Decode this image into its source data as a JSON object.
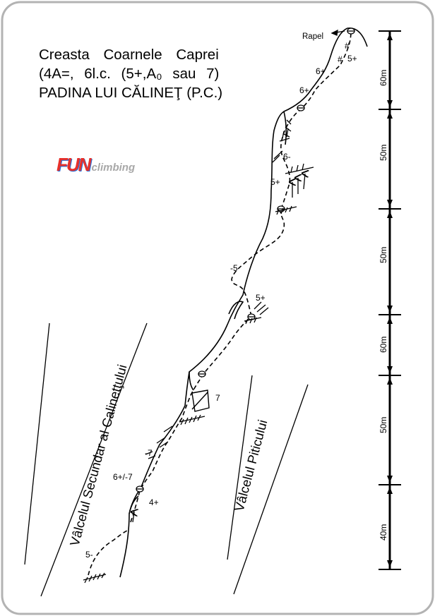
{
  "title": {
    "line1": "Creasta Coarnele Caprei",
    "line2": "(4A=, 6l.c. (5+,A₀ sau 7)",
    "line3": "PADINA LUI CĂLINEŢ (P.C.)"
  },
  "logo": {
    "mark": "FUN",
    "word": "climbing"
  },
  "rapel_label": "Rapel",
  "valleys": {
    "left": "Vâlcelul Secundar al Calinetţului",
    "right": "Vâlcelul Piticului"
  },
  "grades": [
    "5+",
    "6+",
    "6+",
    "6-",
    "5+",
    "-5",
    "5+",
    "7",
    "-7",
    "6+/-7",
    "4+",
    "5-"
  ],
  "protection_marks": [
    "#",
    "#"
  ],
  "scale": {
    "unit": "m",
    "segments": [
      "60m",
      "50m",
      "50m",
      "60m",
      "50m",
      "40m"
    ]
  },
  "colors": {
    "line": "#000000",
    "frame": "#b3b3b3",
    "logo_red": "#e8302a",
    "logo_blue": "#2a6fd6",
    "logo_grey": "#a8a8a8"
  }
}
